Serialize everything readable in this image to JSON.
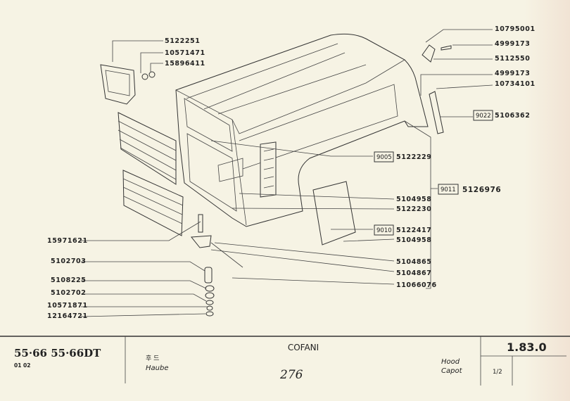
{
  "diagram": {
    "parts_top_left": [
      "5122251",
      "10571471",
      "15896411"
    ],
    "parts_top_right": [
      "10795001",
      "4999173",
      "5112550",
      "4999173",
      "10734101"
    ],
    "boxed_parts": [
      {
        "ref": "9022",
        "part": "5106362"
      },
      {
        "ref": "9005",
        "part": "5122229"
      },
      {
        "ref": "9011",
        "part": "5126976"
      },
      {
        "ref": "9010",
        "part": "5122417"
      }
    ],
    "parts_right": [
      "5104958",
      "5122230",
      "5104958",
      "5104865",
      "5104867",
      "11066076"
    ],
    "parts_left": [
      "15971621",
      "5102703",
      "5108225",
      "5102702",
      "10571871",
      "12164721"
    ]
  },
  "footer": {
    "models": "55·66  55·66DT",
    "codes": "01 02",
    "title": "COFANI",
    "korean": "후 드",
    "german": "Haube",
    "handwritten": "276",
    "english": "Hood",
    "french": "Capot",
    "section": "1.83.0",
    "page": "1/2"
  }
}
